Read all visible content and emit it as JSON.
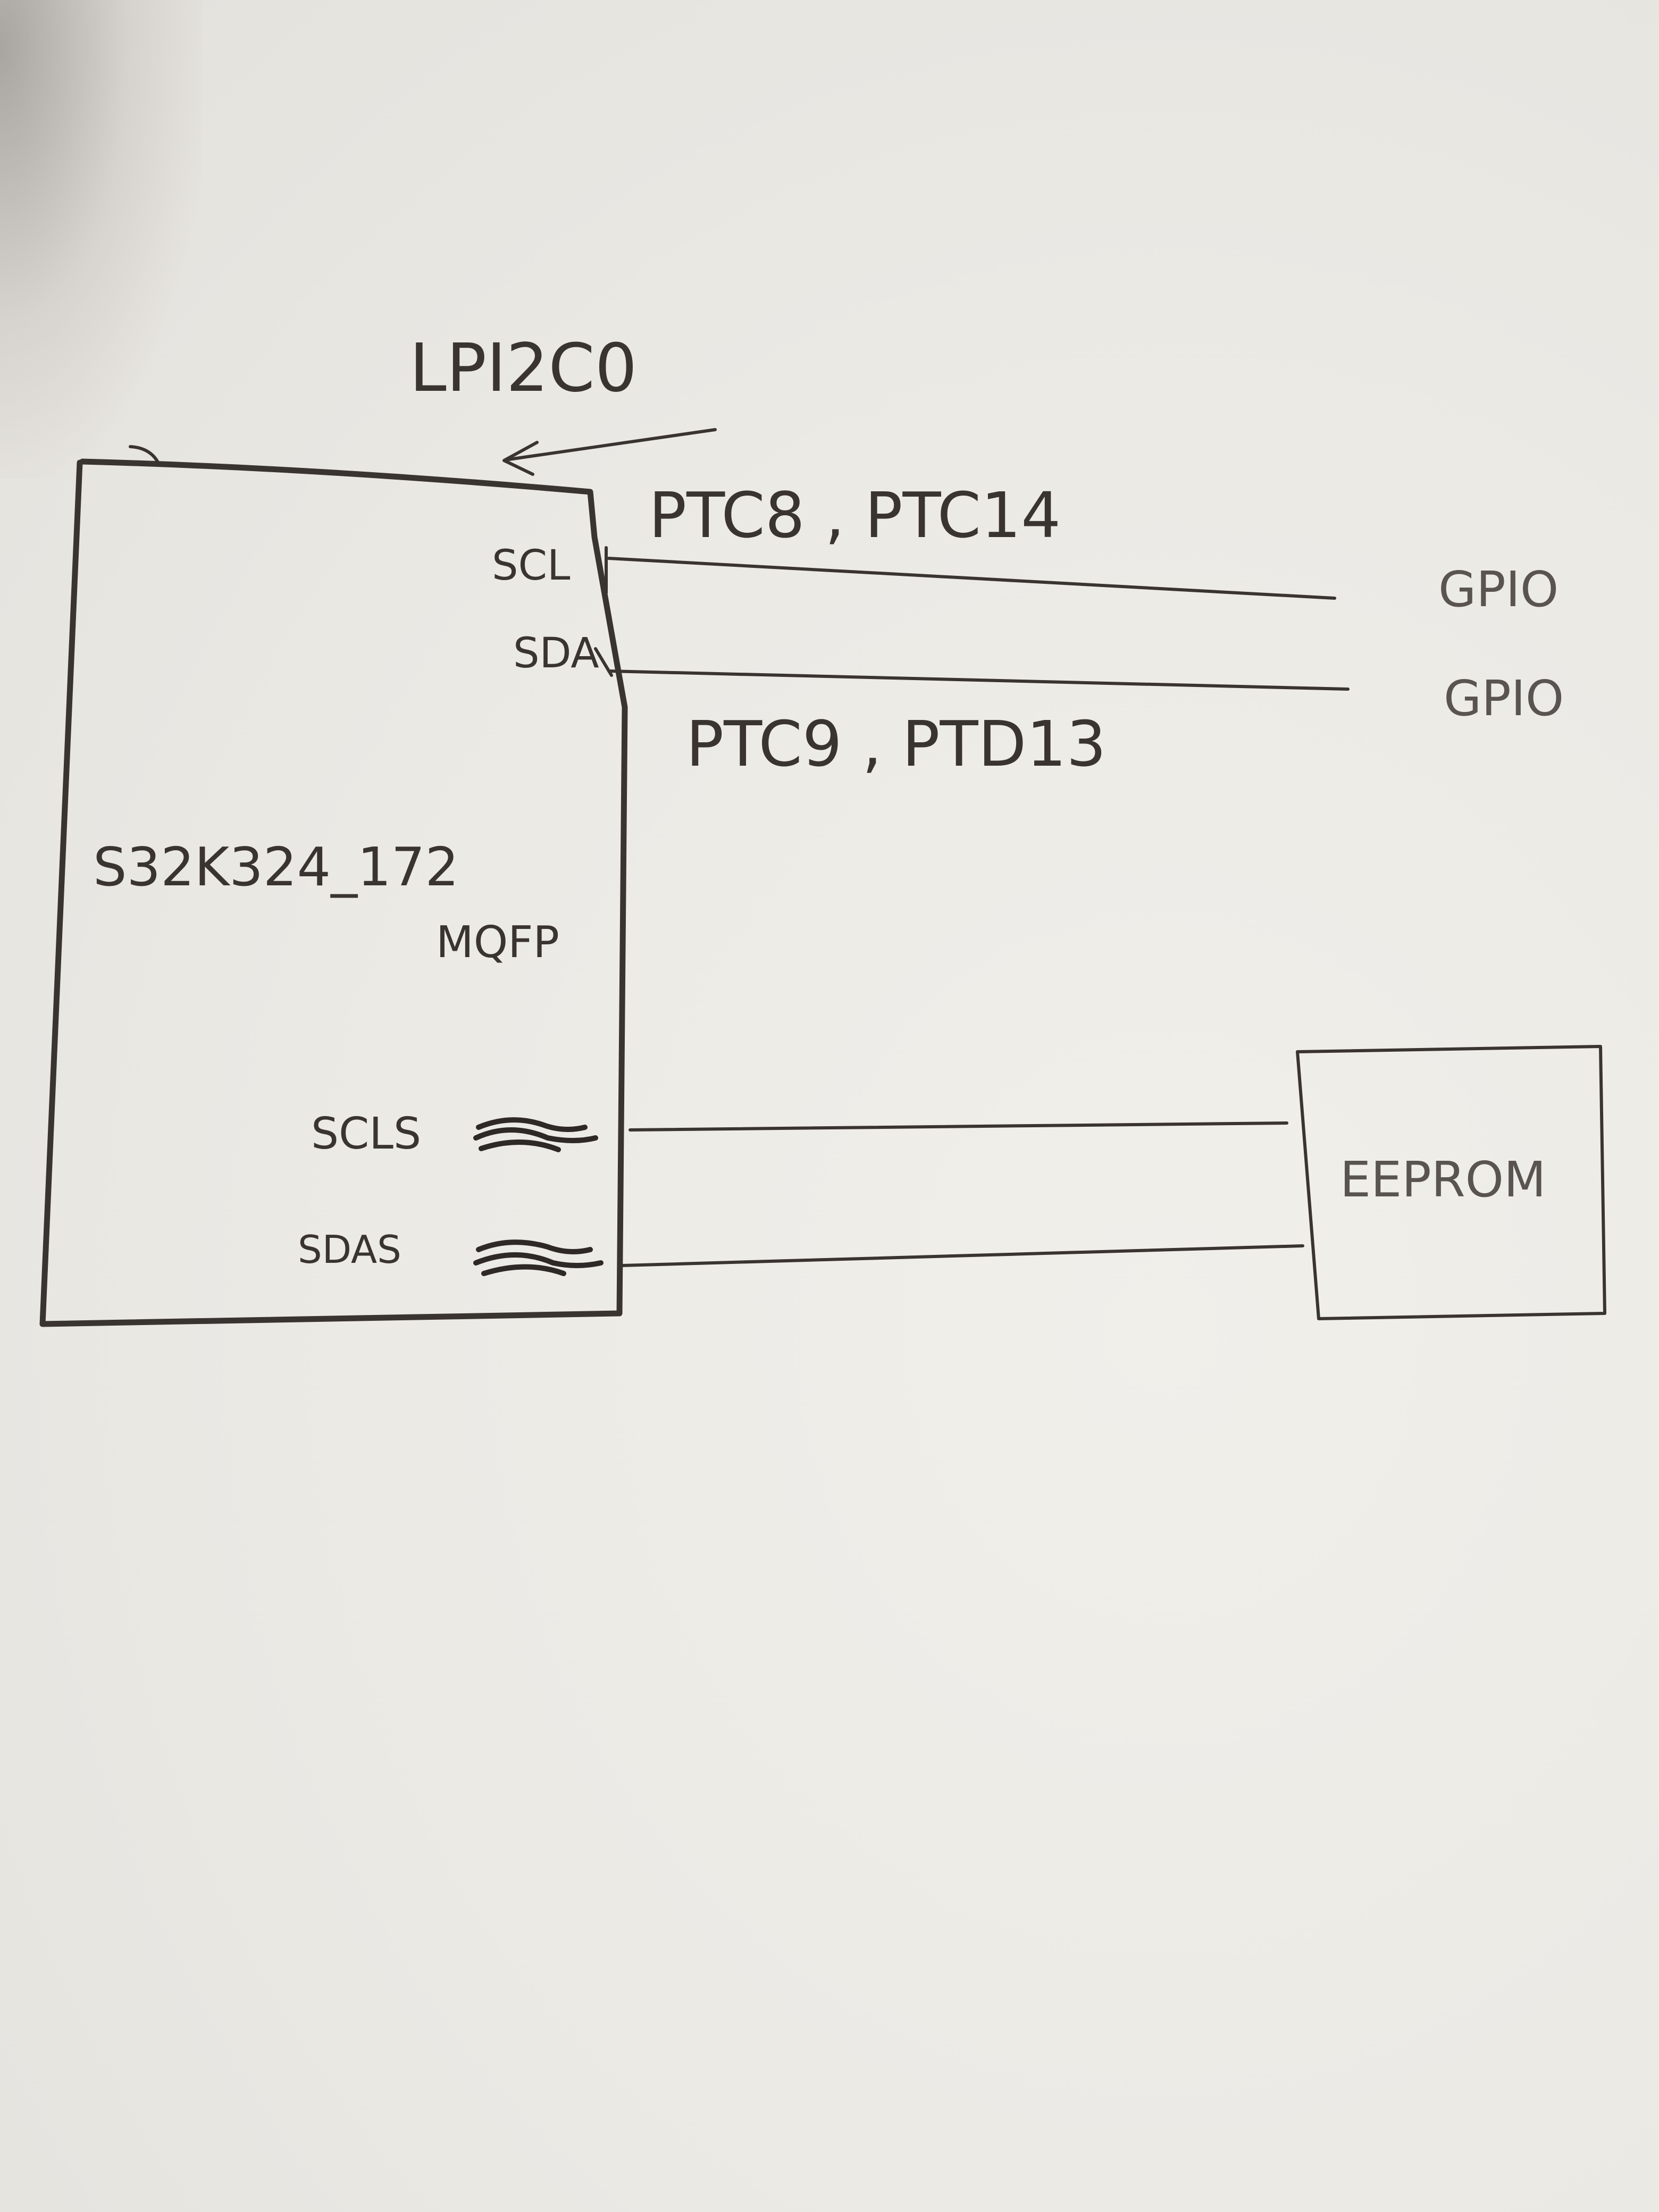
{
  "diagram": {
    "title": "LPI2C0",
    "chip": {
      "name": "S32K324_172",
      "package": "MQFP"
    },
    "pins": {
      "scl": "SCL",
      "sda": "SDA",
      "scls": "SCLS",
      "sdas": "SDAS"
    },
    "pin_options": {
      "scl": "PTC8 , PTC14",
      "sda": "PTC9 , PTD13"
    },
    "targets": {
      "scl": "GPIO",
      "sda": "GPIO"
    },
    "device": "EEPROM"
  },
  "colors": {
    "ink": "#3a3431",
    "paper": "#ebe9e4"
  }
}
